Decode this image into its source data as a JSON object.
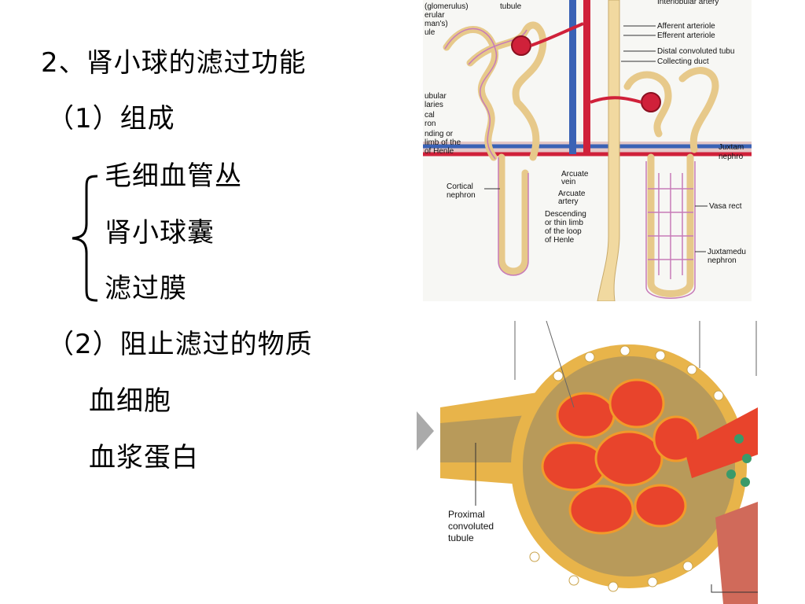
{
  "title": "2、肾小球的滤过功能",
  "section1": {
    "heading": "（1）组成",
    "items": [
      "毛细血管丛",
      "肾小球囊",
      "滤过膜"
    ]
  },
  "section2": {
    "heading": "（2）阻止滤过的物质",
    "items": [
      "血细胞",
      "血浆蛋白"
    ]
  },
  "figure1": {
    "labels": {
      "glom1": "(glomerulus)",
      "glom2": "erular",
      "glom3": "man's)",
      "glom4": "ule",
      "pct": "tubule",
      "interlobular": "Interlobular artery",
      "afferent": "Afferent arteriole",
      "efferent": "Efferent arteriole",
      "dct": "Distal convoluted tubu",
      "collecting": "Collecting duct",
      "peri1": "ubular",
      "peri2": "laries",
      "cort1": "cal",
      "cort2": "ron",
      "asc1": "nding or",
      "asc2": "limb of the",
      "asc3": "of Henle",
      "juxt1": "Juxtam",
      "juxt2": "nephro",
      "cortical1": "Cortical",
      "cortical2": "nephron",
      "arcvein1": "Arcuate",
      "arcvein2": "vein",
      "arcart1": "Arcuate",
      "arcart2": "artery",
      "desc1": "Descending",
      "desc2": "or thin limb",
      "desc3": "of the loop",
      "desc4": "of Henle",
      "vasa": "Vasa rect",
      "juxtmed1": "Juxtamedu",
      "juxtmed2": "nephron"
    }
  },
  "figure2": {
    "labels": {
      "pct1": "Proximal",
      "pct2": "convoluted",
      "pct3": "tubule"
    }
  },
  "colors": {
    "artery": "#d0213a",
    "vein": "#3a62b5",
    "tubule": "#f1d9a0",
    "capillary": "#c77bb8"
  }
}
